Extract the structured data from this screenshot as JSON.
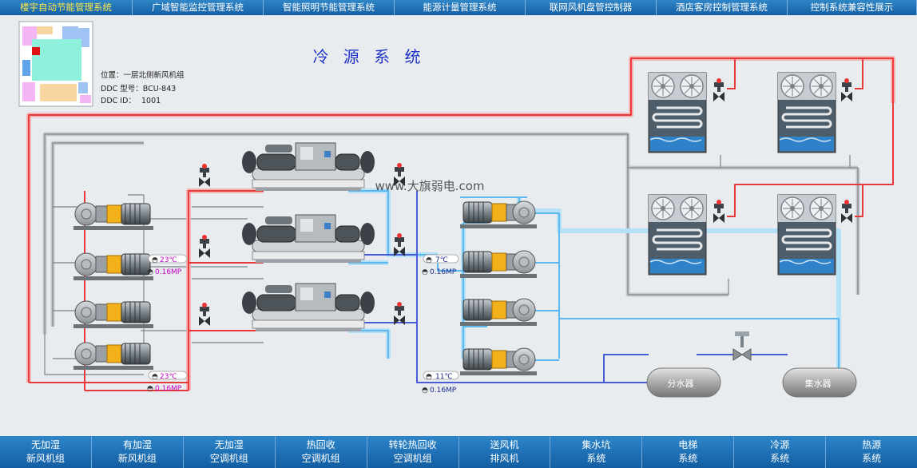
{
  "top_tabs": [
    {
      "label": "楼宇自动节能管理系统",
      "active": true
    },
    {
      "label": "广域智能监控管理系统",
      "active": false
    },
    {
      "label": "智能照明节能管理系统",
      "active": false
    },
    {
      "label": "能源计量管理系统",
      "active": false
    },
    {
      "label": "联网风机盘管控制器",
      "active": false
    },
    {
      "label": "酒店客房控制管理系统",
      "active": false
    },
    {
      "label": "控制系统兼容性展示",
      "active": false
    }
  ],
  "title": "冷 源 系 统",
  "watermark": "www.大旗弱电.com",
  "info": {
    "location": "位置：一层北侧新风机组",
    "ddc_model": "DDC 型号：BCU-843",
    "ddc_id_label": "DDC ID：",
    "ddc_id_value": "1001"
  },
  "sensors": {
    "t_left_top": "23℃",
    "p_left_top": "0.16MP",
    "t_left_bottom": "23℃",
    "p_left_bottom": "0.16MP",
    "t_right_top": "7℃",
    "p_right_top": "0.16MP",
    "t_right_bottom": "11℃",
    "p_right_bottom": "0.16MP"
  },
  "tanks": {
    "supply": "分水器",
    "return": "集水器"
  },
  "bottom_nav": [
    {
      "line1": "无加湿",
      "line2": "新风机组"
    },
    {
      "line1": "有加湿",
      "line2": "新风机组"
    },
    {
      "line1": "无加湿",
      "line2": "空调机组"
    },
    {
      "line1": "热回收",
      "line2": "空调机组"
    },
    {
      "line1": "转轮热回收",
      "line2": "空调机组"
    },
    {
      "line1": "送风机",
      "line2": "排风机"
    },
    {
      "line1": "集水坑",
      "line2": "系统"
    },
    {
      "line1": "电梯",
      "line2": "系统"
    },
    {
      "line1": "冷源",
      "line2": "系统"
    },
    {
      "line1": "热源",
      "line2": "系统"
    }
  ],
  "colors": {
    "hot_pipe": "#e8393a",
    "cold_pipe": "#5ab8ee",
    "dark_pipe": "#4a5bd8",
    "gray_pipe": "#8e959c",
    "pump_motor": "#f2b11a",
    "accent": "#1560a5"
  },
  "icons": {
    "fan": "fan-icon",
    "valve": "valve-icon",
    "gauge": "gauge-icon"
  }
}
